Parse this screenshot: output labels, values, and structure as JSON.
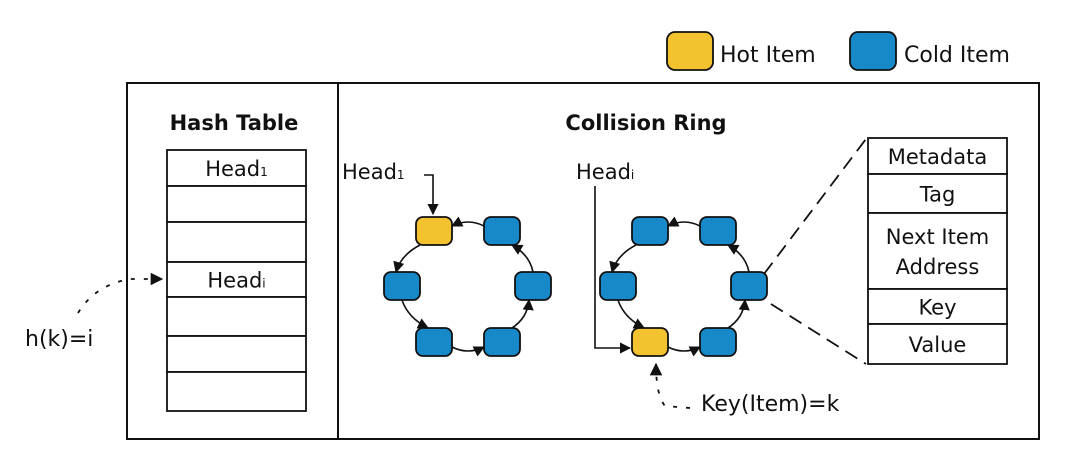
{
  "legend": {
    "items": [
      {
        "label": "Hot Item",
        "color": "#F3C22F"
      },
      {
        "label": "Cold Item",
        "color": "#1789C8"
      }
    ]
  },
  "hash_table": {
    "title": "Hash Table",
    "rows": [
      {
        "base": "Head",
        "sub": "1"
      },
      {
        "base": "",
        "sub": ""
      },
      {
        "base": "",
        "sub": ""
      },
      {
        "base": "Head",
        "sub": "i"
      },
      {
        "base": "",
        "sub": ""
      },
      {
        "base": "",
        "sub": ""
      },
      {
        "base": "",
        "sub": ""
      }
    ],
    "hash_label": "h(k)=i"
  },
  "collision_ring": {
    "title": "Collision Ring",
    "rings": [
      {
        "head_base": "Head",
        "head_sub": "1",
        "nodes": [
          "hot",
          "cold",
          "cold",
          "cold",
          "cold",
          "cold"
        ]
      },
      {
        "head_base": "Head",
        "head_sub": "i",
        "nodes": [
          "cold",
          "cold",
          "cold",
          "cold",
          "hot",
          "cold"
        ]
      }
    ],
    "key_label": "Key(Item)=k"
  },
  "item_record": {
    "fields": [
      "Metadata",
      "Tag",
      "Next Item",
      "Address",
      "Key",
      "Value"
    ]
  }
}
